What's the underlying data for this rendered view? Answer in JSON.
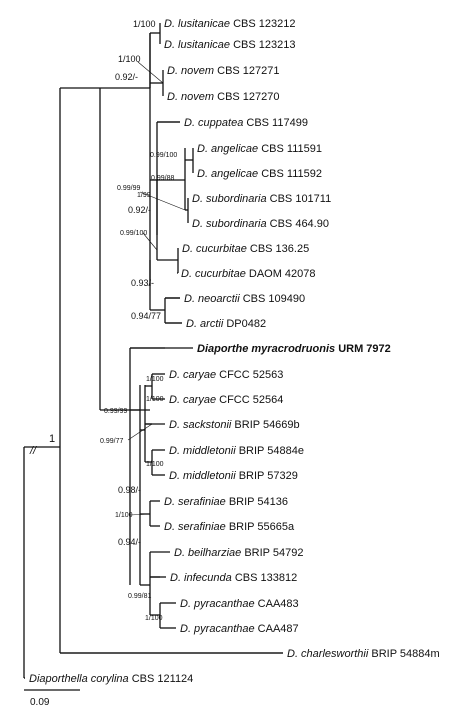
{
  "taxa": [
    {
      "genus": "D.",
      "epithet": "lusitanicae",
      "strain": "CBS 123212"
    },
    {
      "genus": "D.",
      "epithet": "lusitanicae",
      "strain": "CBS 123213"
    },
    {
      "genus": "D.",
      "epithet": "novem",
      "strain": "CBS 127271"
    },
    {
      "genus": "D.",
      "epithet": "novem",
      "strain": "CBS 127270"
    },
    {
      "genus": "D.",
      "epithet": "cuppatea",
      "strain": "CBS 117499"
    },
    {
      "genus": "D.",
      "epithet": "angelicae",
      "strain": "CBS 111591"
    },
    {
      "genus": "D.",
      "epithet": "angelicae",
      "strain": "CBS 111592"
    },
    {
      "genus": "D.",
      "epithet": "subordinaria",
      "strain": "CBS 101711"
    },
    {
      "genus": "D.",
      "epithet": "subordinaria",
      "strain": "CBS 464.90"
    },
    {
      "genus": "D.",
      "epithet": "cucurbitae",
      "strain": "CBS 136.25"
    },
    {
      "genus": "D.",
      "epithet": "cucurbitae",
      "strain": "DAOM 42078"
    },
    {
      "genus": "D.",
      "epithet": "neoarctii",
      "strain": "CBS 109490"
    },
    {
      "genus": "D.",
      "epithet": "arctii",
      "strain": "DP0482"
    },
    {
      "genus": "Diaporthe",
      "epithet": "myracrodruonis",
      "strain": "URM 7972",
      "bold": true
    },
    {
      "genus": "D.",
      "epithet": "caryae",
      "strain": "CFCC 52563"
    },
    {
      "genus": "D.",
      "epithet": "caryae",
      "strain": "CFCC 52564"
    },
    {
      "genus": "D.",
      "epithet": "sackstonii",
      "strain": "BRIP 54669b"
    },
    {
      "genus": "D.",
      "epithet": "middletonii",
      "strain": "BRIP 54884e"
    },
    {
      "genus": "D.",
      "epithet": "middletonii",
      "strain": "BRIP 57329"
    },
    {
      "genus": "D.",
      "epithet": "serafiniae",
      "strain": "BRIP 54136"
    },
    {
      "genus": "D.",
      "epithet": "serafiniae",
      "strain": "BRIP 55665a"
    },
    {
      "genus": "D.",
      "epithet": "beilharziae",
      "strain": "BRIP 54792"
    },
    {
      "genus": "D.",
      "epithet": "infecunda",
      "strain": "CBS 133812"
    },
    {
      "genus": "D.",
      "epithet": "pyracanthae",
      "strain": "CAA483"
    },
    {
      "genus": "D.",
      "epithet": "pyracanthae",
      "strain": "CAA487"
    },
    {
      "genus": "D.",
      "epithet": "charlesworthii",
      "strain": "BRIP 54884m"
    },
    {
      "genus": "Diaporthella",
      "epithet": "corylina",
      "strain": "CBS 121124"
    }
  ],
  "support_values": [
    "1/100",
    "1/100",
    "0.92/-",
    "0.99/100",
    "0.99/88",
    "0.99/99",
    "1/99",
    "0.92/-",
    "0.99/100",
    "0.93/-",
    "0.94/77",
    "1/100",
    "1/100",
    "0.99/99",
    "0.99/77",
    "1/100",
    "0.98/-",
    "1/100",
    "0.94/-",
    "0.99/81",
    "1/100",
    "1"
  ],
  "scale_bar": {
    "label": "0.09"
  },
  "break_mark": "//"
}
